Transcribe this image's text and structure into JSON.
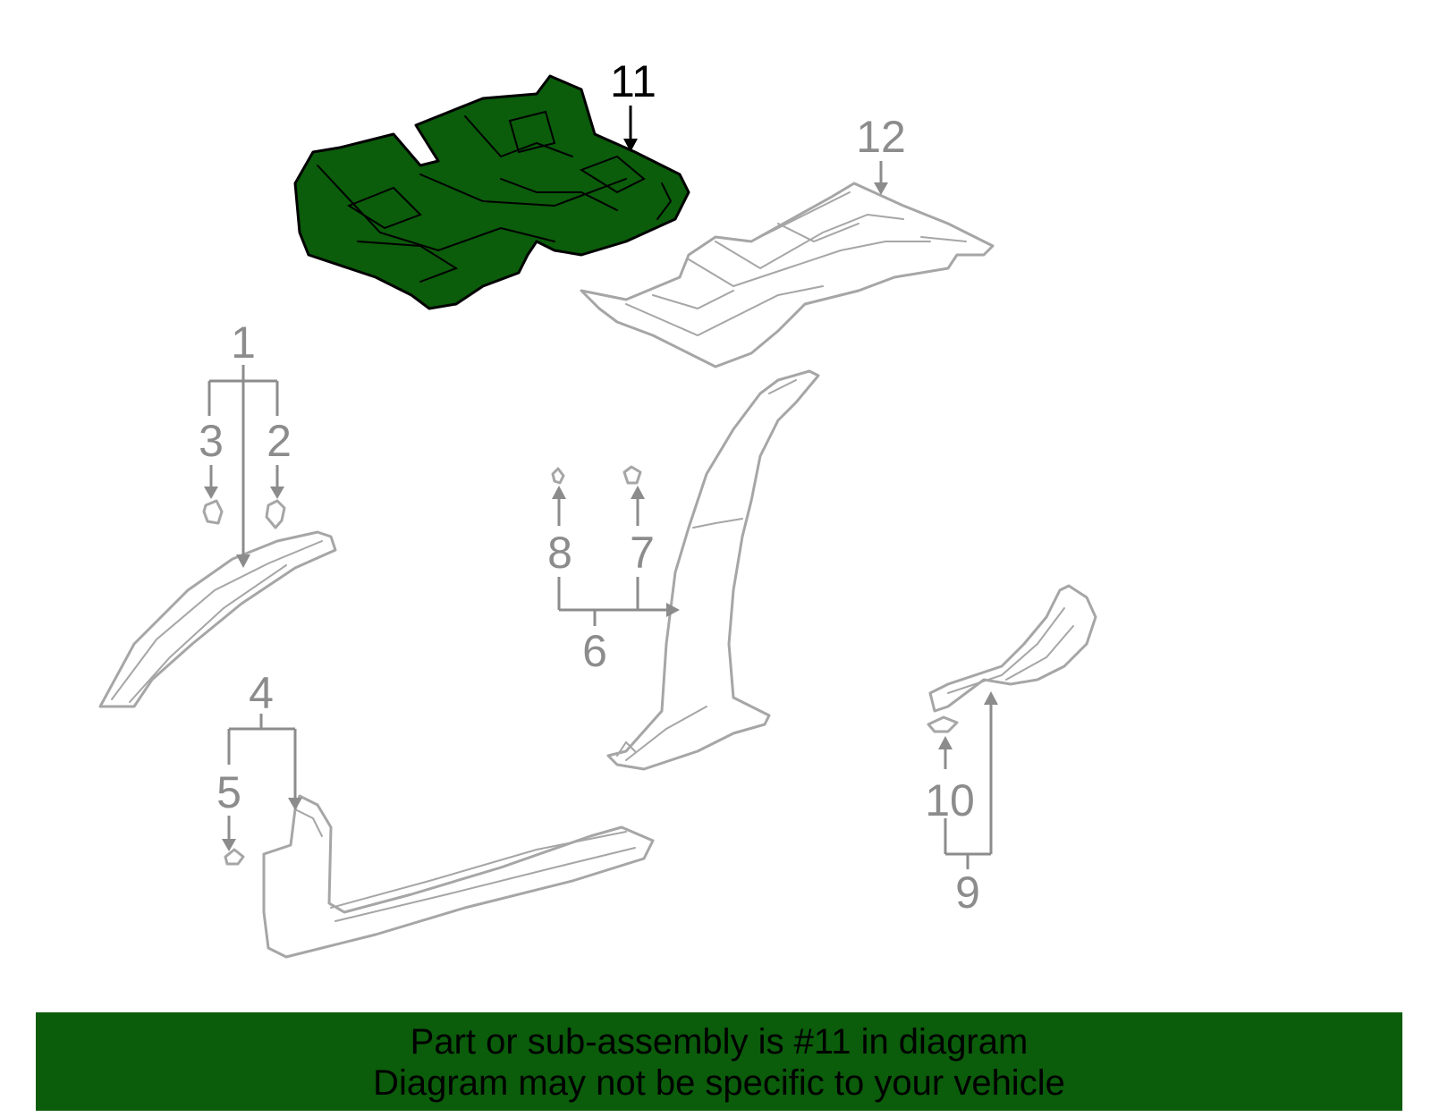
{
  "diagram": {
    "callouts": [
      "1",
      "2",
      "3",
      "4",
      "5",
      "6",
      "7",
      "8",
      "9",
      "10",
      "11",
      "12"
    ],
    "highlighted": "11",
    "highlight_color": "#0b5c0b",
    "line_color": "#8c8c8c"
  },
  "banner": {
    "line1": "Part or sub-assembly is #11 in diagram",
    "line2": "Diagram may not be specific to your vehicle",
    "color": "#0b5c0b"
  }
}
